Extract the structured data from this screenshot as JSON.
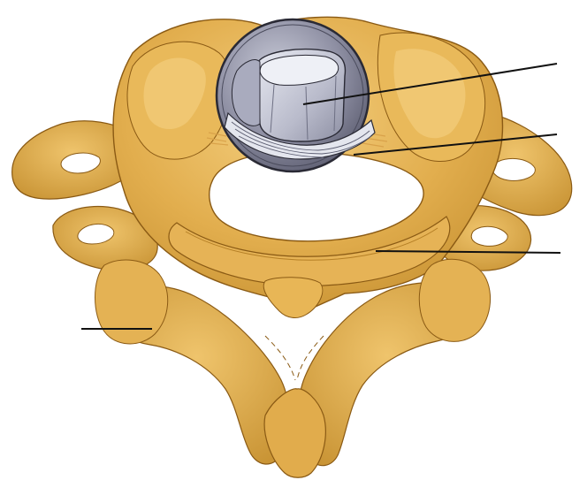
{
  "diagram": {
    "subject": "vertebra-illustration",
    "colors": {
      "bone_fill": "#E2AE4E",
      "bone_light": "#F0C873",
      "bone_shadow": "#C58F30",
      "bone_outline": "#8A5A14",
      "lens_fill": "#8E8FA3",
      "lens_light": "#D8DAE6",
      "lens_outline": "#2A2A35",
      "leader_line": "#111111",
      "background": "#FFFFFF"
    },
    "leader_lines": [
      {
        "id": "leader-line-dens"
      },
      {
        "id": "leader-line-ligament"
      },
      {
        "id": "leader-line-anterior-arch"
      },
      {
        "id": "leader-line-lateral-mass"
      }
    ],
    "labels": []
  }
}
